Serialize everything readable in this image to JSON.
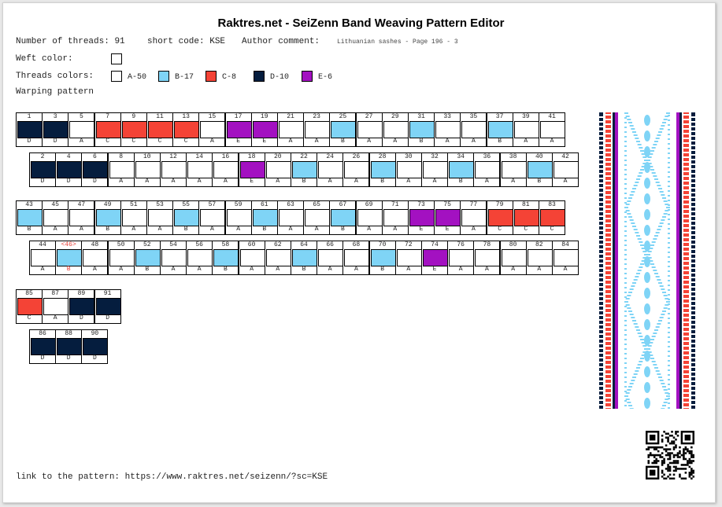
{
  "title": "Raktres.net - SeiZenn Band Weaving Pattern Editor",
  "info": {
    "threads_label": "Number of threads:",
    "threads_value": "91",
    "short_code_label": "short code:",
    "short_code_value": "KSE",
    "comment_label": "Author comment:",
    "comment_value": "Lithuanian sashes - Page 196 - 3",
    "weft_label": "Weft color:",
    "threads_colors_label": "Threads colors:",
    "warping_label": "Warping pattern"
  },
  "weft_color": "#ffffff",
  "colors": [
    {
      "code": "A",
      "label": "A-50",
      "hex": "#ffffff"
    },
    {
      "code": "B",
      "label": "B-17",
      "hex": "#7fd4f6"
    },
    {
      "code": "C",
      "label": "C-8",
      "hex": "#f44336"
    },
    {
      "code": "D",
      "label": "D-10",
      "hex": "#051d3e"
    },
    {
      "code": "E",
      "label": "E-6",
      "hex": "#a311c1"
    }
  ],
  "highlight_thread": "46",
  "highlight_display": "<46>",
  "warp_rows": [
    {
      "threads": [
        {
          "n": "1",
          "c": "D"
        },
        {
          "n": "3",
          "c": "D"
        },
        {
          "n": "5",
          "c": "A"
        },
        {
          "n": "7",
          "c": "C"
        },
        {
          "n": "9",
          "c": "C"
        },
        {
          "n": "11",
          "c": "C"
        },
        {
          "n": "13",
          "c": "C"
        },
        {
          "n": "15",
          "c": "A"
        },
        {
          "n": "17",
          "c": "E"
        },
        {
          "n": "19",
          "c": "E"
        },
        {
          "n": "21",
          "c": "A"
        },
        {
          "n": "23",
          "c": "A"
        },
        {
          "n": "25",
          "c": "B"
        },
        {
          "n": "27",
          "c": "A"
        },
        {
          "n": "29",
          "c": "A"
        },
        {
          "n": "31",
          "c": "B"
        },
        {
          "n": "33",
          "c": "A"
        },
        {
          "n": "35",
          "c": "A"
        },
        {
          "n": "37",
          "c": "B"
        },
        {
          "n": "39",
          "c": "A"
        },
        {
          "n": "41",
          "c": "A"
        }
      ]
    },
    {
      "threads": [
        {
          "n": "2",
          "c": "D"
        },
        {
          "n": "4",
          "c": "D"
        },
        {
          "n": "6",
          "c": "D"
        },
        {
          "n": "8",
          "c": "A"
        },
        {
          "n": "10",
          "c": "A"
        },
        {
          "n": "12",
          "c": "A"
        },
        {
          "n": "14",
          "c": "A"
        },
        {
          "n": "16",
          "c": "A"
        },
        {
          "n": "18",
          "c": "E"
        },
        {
          "n": "20",
          "c": "A"
        },
        {
          "n": "22",
          "c": "B"
        },
        {
          "n": "24",
          "c": "A"
        },
        {
          "n": "26",
          "c": "A"
        },
        {
          "n": "28",
          "c": "B"
        },
        {
          "n": "30",
          "c": "A"
        },
        {
          "n": "32",
          "c": "A"
        },
        {
          "n": "34",
          "c": "B"
        },
        {
          "n": "36",
          "c": "A"
        },
        {
          "n": "38",
          "c": "A"
        },
        {
          "n": "40",
          "c": "B"
        },
        {
          "n": "42",
          "c": "A"
        }
      ]
    },
    {
      "threads": [
        {
          "n": "43",
          "c": "B"
        },
        {
          "n": "45",
          "c": "A"
        },
        {
          "n": "47",
          "c": "A"
        },
        {
          "n": "49",
          "c": "B"
        },
        {
          "n": "51",
          "c": "A"
        },
        {
          "n": "53",
          "c": "A"
        },
        {
          "n": "55",
          "c": "B"
        },
        {
          "n": "57",
          "c": "A"
        },
        {
          "n": "59",
          "c": "A"
        },
        {
          "n": "61",
          "c": "B"
        },
        {
          "n": "63",
          "c": "A"
        },
        {
          "n": "65",
          "c": "A"
        },
        {
          "n": "67",
          "c": "B"
        },
        {
          "n": "69",
          "c": "A"
        },
        {
          "n": "71",
          "c": "A"
        },
        {
          "n": "73",
          "c": "E"
        },
        {
          "n": "75",
          "c": "E"
        },
        {
          "n": "77",
          "c": "A"
        },
        {
          "n": "79",
          "c": "C"
        },
        {
          "n": "81",
          "c": "C"
        },
        {
          "n": "83",
          "c": "C"
        }
      ]
    },
    {
      "threads": [
        {
          "n": "44",
          "c": "A"
        },
        {
          "n": "46",
          "c": "B"
        },
        {
          "n": "48",
          "c": "A"
        },
        {
          "n": "50",
          "c": "A"
        },
        {
          "n": "52",
          "c": "B"
        },
        {
          "n": "54",
          "c": "A"
        },
        {
          "n": "56",
          "c": "A"
        },
        {
          "n": "58",
          "c": "B"
        },
        {
          "n": "60",
          "c": "A"
        },
        {
          "n": "62",
          "c": "A"
        },
        {
          "n": "64",
          "c": "B"
        },
        {
          "n": "66",
          "c": "A"
        },
        {
          "n": "68",
          "c": "A"
        },
        {
          "n": "70",
          "c": "B"
        },
        {
          "n": "72",
          "c": "A"
        },
        {
          "n": "74",
          "c": "E"
        },
        {
          "n": "76",
          "c": "A"
        },
        {
          "n": "78",
          "c": "A"
        },
        {
          "n": "80",
          "c": "A"
        },
        {
          "n": "82",
          "c": "A"
        },
        {
          "n": "84",
          "c": "A"
        }
      ]
    },
    {
      "threads": [
        {
          "n": "85",
          "c": "C"
        },
        {
          "n": "87",
          "c": "A"
        },
        {
          "n": "89",
          "c": "D"
        },
        {
          "n": "91",
          "c": "D"
        }
      ]
    },
    {
      "threads": [
        {
          "n": "86",
          "c": "D"
        },
        {
          "n": "88",
          "c": "D"
        },
        {
          "n": "90",
          "c": "D"
        }
      ]
    }
  ],
  "link_label": "link to the pattern:",
  "link_url": "https://www.raktres.net/seizenn/?sc=KSE",
  "band_preview_icon": "woven-band-preview",
  "qr_icon": "qr-code-icon"
}
